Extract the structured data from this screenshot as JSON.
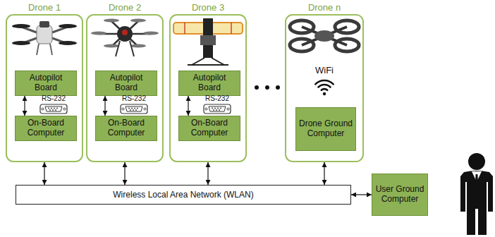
{
  "diagram": {
    "nodes": [
      {
        "text": [
          "Drone 1"
        ]
      },
      {
        "text": [
          "Autopilot Board"
        ],
        "in": 0
      },
      {
        "text": [
          "On-Board Computer"
        ],
        "in": 0
      },
      {
        "text": [
          "Drone 2"
        ]
      },
      {
        "text": [
          "Autopilot Board"
        ],
        "in": 3
      },
      {
        "text": [
          "On-Board Computer"
        ],
        "in": 3
      },
      {
        "text": [
          "Drone 3"
        ]
      },
      {
        "text": [
          "Autopilot Board"
        ],
        "in": 6
      },
      {
        "text": [
          "On-Board Computer"
        ],
        "in": 6
      },
      {
        "text": [
          "Drone n"
        ]
      },
      {
        "text": [
          "Drone Ground Computer"
        ],
        "in": 9
      },
      {
        "text": [
          "Wireless Local Area Network (WLAN)"
        ]
      },
      {
        "text": [
          "User Ground Computer"
        ]
      }
    ],
    "edges": [
      {
        "from": 1,
        "to": 2,
        "arrow": "both"
      },
      {
        "from": 4,
        "to": 5,
        "arrow": "both"
      },
      {
        "from": 7,
        "to": 8,
        "arrow": "both"
      },
      {
        "from": 0,
        "to": 11,
        "arrow": "both"
      },
      {
        "from": 3,
        "to": 11,
        "arrow": "both"
      },
      {
        "from": 6,
        "to": 11,
        "arrow": "both"
      },
      {
        "from": 9,
        "to": 11,
        "arrow": "both"
      },
      {
        "from": 11,
        "to": 12,
        "arrow": "both"
      }
    ],
    "labels": [
      "RS-232",
      "RS-232",
      "RS-232",
      "WiFi"
    ]
  }
}
